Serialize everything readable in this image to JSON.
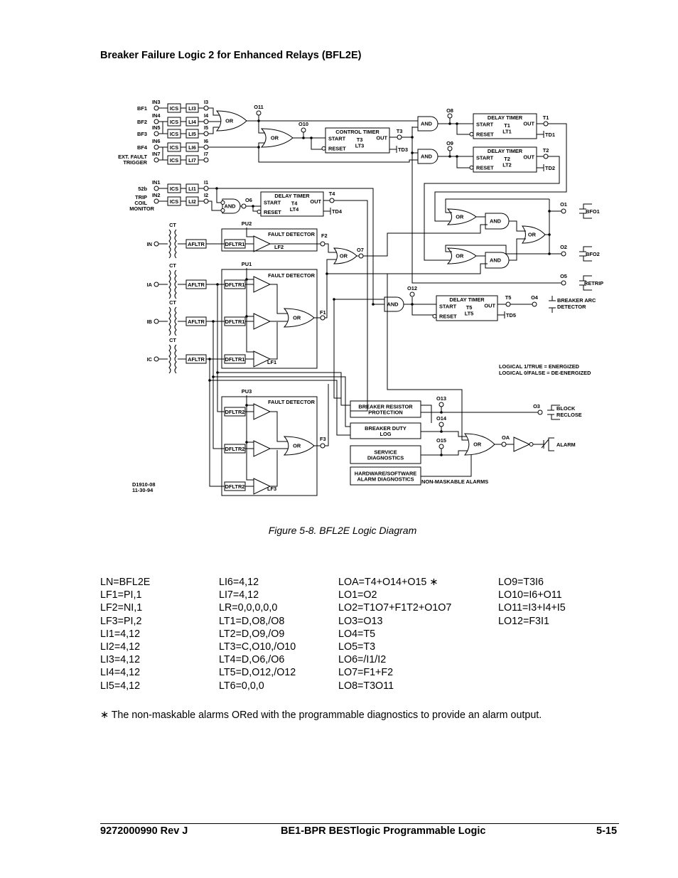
{
  "header": {
    "title": "Breaker Failure Logic 2 for Enhanced Relays (BFL2E)"
  },
  "diagram": {
    "or": "OR",
    "and": "AND",
    "ics": "ICS",
    "ct": "CT",
    "afltr": "AFLTR",
    "dfltr1": "DFLTR1",
    "dfltr2": "DFLTR2",
    "inputs": [
      {
        "label": "BF1",
        "in": "IN3",
        "li": "LI3",
        "out": "I3"
      },
      {
        "label": "BF2",
        "in": "IN4",
        "li": "LI4",
        "out": "I4"
      },
      {
        "label": "BF3",
        "in": "IN5",
        "li": "LI5",
        "out": "I5"
      },
      {
        "label": "BF4",
        "in": "IN6",
        "li": "LI6",
        "out": "I6"
      },
      {
        "label": "EXT. FAULT",
        "label2": "TRIGGER",
        "in": "IN7",
        "li": "LI7",
        "out": "I7"
      },
      {
        "label": "52b",
        "in": "IN1",
        "li": "LI1",
        "out": "I1"
      },
      {
        "label": "TRIP",
        "label2": "COIL",
        "label3": "MONITOR",
        "in": "IN2",
        "li": "LI2",
        "out": "I2"
      }
    ],
    "ct_inputs": [
      "IN",
      "IA",
      "IB",
      "IC"
    ],
    "fault_detectors": [
      {
        "title": "FAULT DETECTOR",
        "pu": "PU2",
        "lf": "LF2",
        "out": "F2"
      },
      {
        "title": "FAULT DETECTOR",
        "pu": "PU1",
        "lf": "LF1",
        "out": "F1"
      },
      {
        "title": "FAULT DETECTOR",
        "pu": "PU3",
        "lf": "LF3",
        "out": "F3"
      }
    ],
    "timers": {
      "t1": {
        "title": "DELAY TIMER",
        "start": "START",
        "reset": "RESET",
        "out": "OUT",
        "name": "T1",
        "lt": "LT1",
        "td": "TD1",
        "output": "T1"
      },
      "t2": {
        "title": "DELAY TIMER",
        "start": "START",
        "reset": "RESET",
        "out": "OUT",
        "name": "T2",
        "lt": "LT2",
        "td": "TD2",
        "output": "T2"
      },
      "t3": {
        "title": "CONTROL TIMER",
        "start": "START",
        "reset": "RESET",
        "out": "OUT",
        "name": "T3",
        "lt": "LT3",
        "td": "TD3",
        "output": "T3"
      },
      "t4": {
        "title": "DELAY TIMER",
        "start": "START",
        "reset": "RESET",
        "out": "OUT",
        "name": "T4",
        "lt": "LT4",
        "td": "TD4",
        "output": "T4"
      },
      "t5": {
        "title": "DELAY TIMER",
        "start": "START",
        "reset": "RESET",
        "out": "OUT",
        "name": "T5",
        "lt": "LT5",
        "td": "TD5",
        "output": "T5"
      }
    },
    "points": {
      "o6": "O6",
      "o7": "O7",
      "o8": "O8",
      "o9": "O9",
      "o10": "O10",
      "o11": "O11",
      "o12": "O12",
      "o13": "O13",
      "o14": "O14",
      "o15": "O15",
      "oa": "OA"
    },
    "outputs": {
      "o1": {
        "point": "O1",
        "label": "BFO1"
      },
      "o2": {
        "point": "O2",
        "label": "BFO2"
      },
      "o5": {
        "point": "O5",
        "label": "RETRIP"
      },
      "o4": {
        "point": "O4",
        "label": "BREAKER ARC",
        "label2": "DETECTOR"
      },
      "o3": {
        "point": "O3",
        "label": "BLOCK",
        "label2": "RECLOSE"
      },
      "alarm": {
        "label": "ALARM"
      }
    },
    "blocks": [
      [
        "BREAKER RESISTOR",
        "PROTECTION"
      ],
      [
        "BREAKER DUTY",
        "LOG"
      ],
      [
        "SERVICE",
        "DIAGNOSTICS"
      ],
      [
        "HARDWARE/SOFTWARE",
        "ALARM DIAGNOSTICS"
      ]
    ],
    "non_maskable": "NON-MASKABLE ALARMS",
    "legend": [
      "LOGICAL 1/TRUE = ENERGIZED",
      "LOGICAL 0/FALSE = DE-ENERGIZED"
    ],
    "drawing_id": [
      "D1910-08",
      "11-30-94"
    ]
  },
  "caption": "Figure 5-8. BFL2E Logic Diagram",
  "settings": {
    "columns": [
      [
        "LN=BFL2E",
        "LF1=PI,1",
        "LF2=NI,1",
        "LF3=PI,2",
        "LI1=4,12",
        "LI2=4,12",
        "LI3=4,12",
        "LI4=4,12",
        "LI5=4,12"
      ],
      [
        "LI6=4,12",
        "LI7=4,12",
        "LR=0,0,0,0,0",
        "LT1=D,O8,/O8",
        "LT2=D,O9,/O9",
        "LT3=C,O10,/O10",
        "LT4=D,O6,/O6",
        "LT5=D,O12,/O12",
        "LT6=0,0,0"
      ],
      [
        "LOA=T4+O14+O15 ∗",
        "LO1=O2",
        "LO2=T1O7+F1T2+O1O7",
        "LO3=O13",
        "LO4=T5",
        "LO5=T3",
        "LO6=/I1/I2",
        "LO7=F1+F2",
        "LO8=T3O11"
      ],
      [
        "LO9=T3I6",
        "LO10=I6+O11",
        "LO11=I3+I4+I5",
        "LO12=F3I1"
      ]
    ]
  },
  "footnote": "∗ The non-maskable alarms ORed with the programmable diagnostics to provide an alarm output.",
  "footer": {
    "left": "9272000990 Rev J",
    "center": "BE1-BPR BESTlogic Programmable Logic",
    "right": "5-15"
  }
}
